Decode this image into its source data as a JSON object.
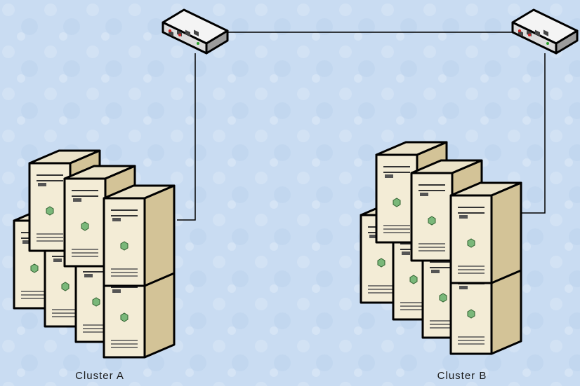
{
  "clusters": [
    {
      "id": "a",
      "label": "Cluster A"
    },
    {
      "id": "b",
      "label": "Cluster B"
    }
  ],
  "colors": {
    "background": "#c9dcf2",
    "server_face": "#f1e9d2",
    "server_side": "#d6c79e",
    "server_top": "#e8dfc4",
    "switch_body": "#e9e9e9",
    "link": "#000000",
    "led_red": "#d02020",
    "led_green": "#2aa02a"
  },
  "icons": {
    "switch": "network-switch-icon",
    "server": "tower-server-icon"
  }
}
